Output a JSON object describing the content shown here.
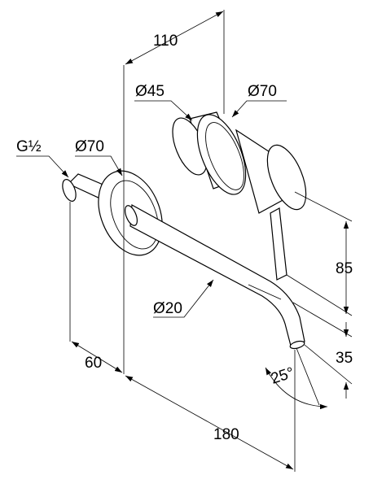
{
  "dimensions": {
    "overall_depth": "110",
    "handle_diameter": "Ø45",
    "rosette_diameter_body": "Ø70",
    "thread": "G½",
    "rosette_diameter_spout": "Ø70",
    "spout_diameter": "Ø20",
    "handle_height": "85",
    "outlet_height": "35",
    "inlet_offset": "60",
    "spout_projection": "180",
    "outlet_angle": "25°"
  }
}
